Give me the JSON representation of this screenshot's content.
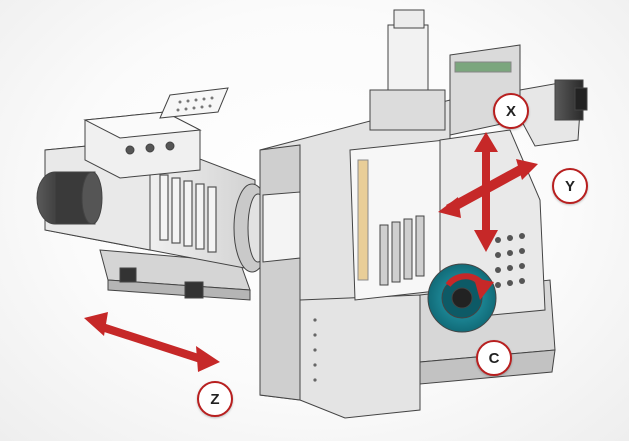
{
  "axes": [
    {
      "id": "x",
      "label": "X"
    },
    {
      "id": "y",
      "label": "Y"
    },
    {
      "id": "c",
      "label": "C"
    },
    {
      "id": "z",
      "label": "Z"
    }
  ],
  "colors": {
    "arrow": "#c62828",
    "label_ring": "#b81f1f",
    "chuck": "#1a8a9a",
    "machine_body": "#e6e6e6",
    "machine_shadow": "#c8c8c8",
    "outline": "#444444"
  }
}
